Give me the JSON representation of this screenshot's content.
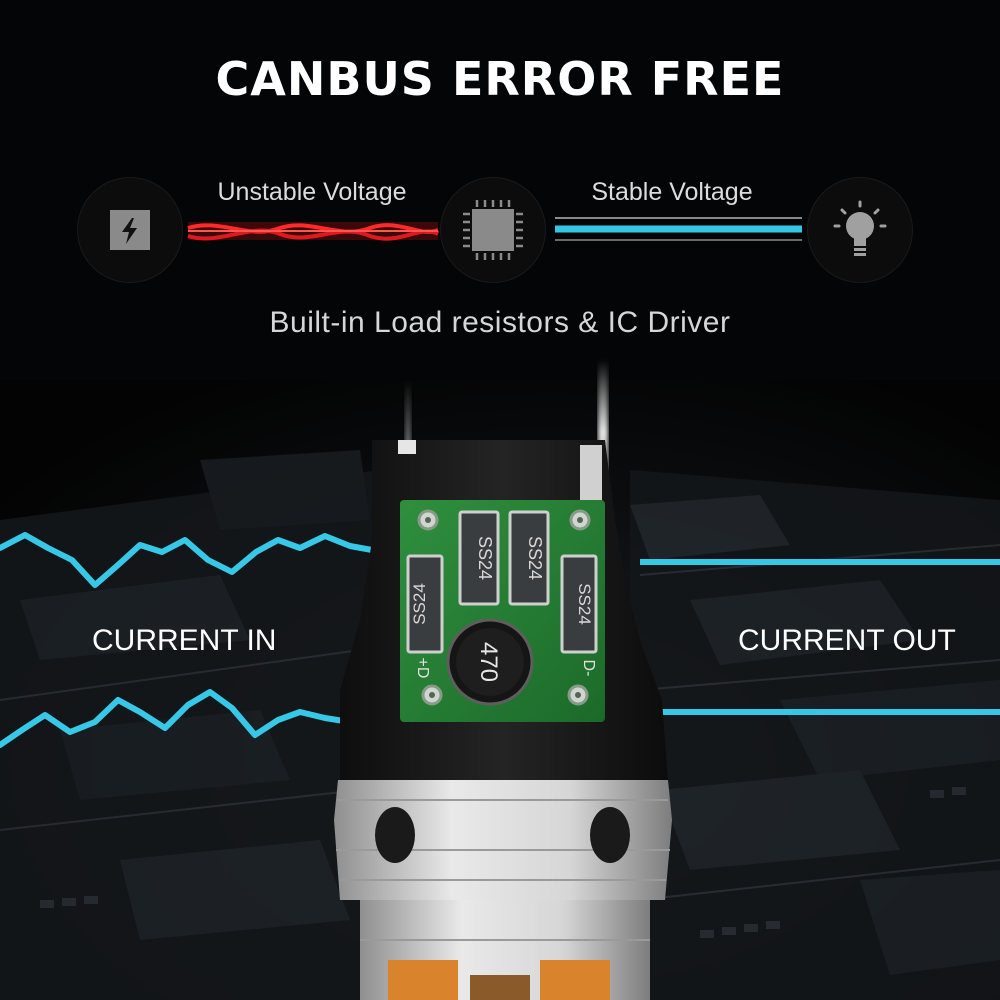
{
  "title": "CANBUS ERROR FREE",
  "flow": {
    "left_label": "Unstable Voltage",
    "right_label": "Stable Voltage",
    "icons": [
      "power-source-icon",
      "chip-icon",
      "bulb-icon"
    ],
    "unstable_color": "#e0191f",
    "stable_color": "#34c6e6"
  },
  "subtitle": "Built-in Load resistors & IC Driver",
  "current_in": "CURRENT IN",
  "current_out": "CURRENT OUT",
  "board": {
    "inductor_code": "470",
    "diode_code": "SS24",
    "pos_mark": "+D",
    "neg_mark": "D-"
  }
}
